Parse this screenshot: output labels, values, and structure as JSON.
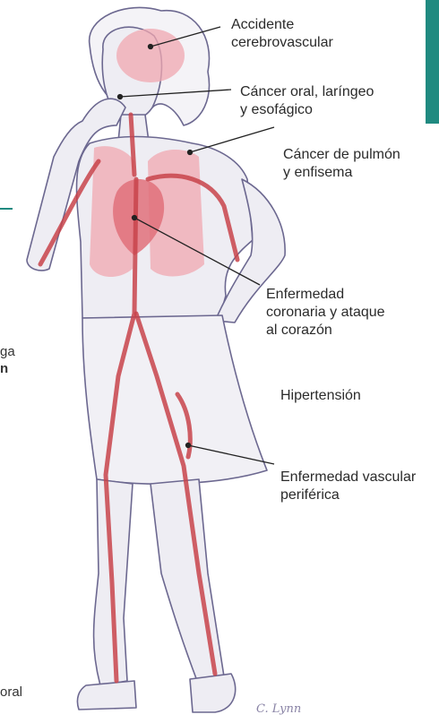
{
  "labels": {
    "stroke": [
      "Accidente",
      "cerebrovascular"
    ],
    "oral_cancer": [
      "Cáncer oral, laríngeo",
      "y esofágico"
    ],
    "lung_cancer": [
      "Cáncer de pulmón",
      "y enfisema"
    ],
    "coronary": [
      "Enfermedad",
      "coronaria y ataque",
      "al corazón"
    ],
    "hypertension": [
      "Hipertensión"
    ],
    "peripheral": [
      "Enfermedad vascular",
      "periférica"
    ]
  },
  "edge_fragments": {
    "left_ga": "ga",
    "left_n": "n",
    "left_oral": "oral"
  },
  "signature": "C. Lynn",
  "colors": {
    "teal": "#1f8a80",
    "artery": "#c8434a",
    "organ": "#f0a7b0",
    "outline": "#6c6890",
    "leader": "#222222"
  }
}
